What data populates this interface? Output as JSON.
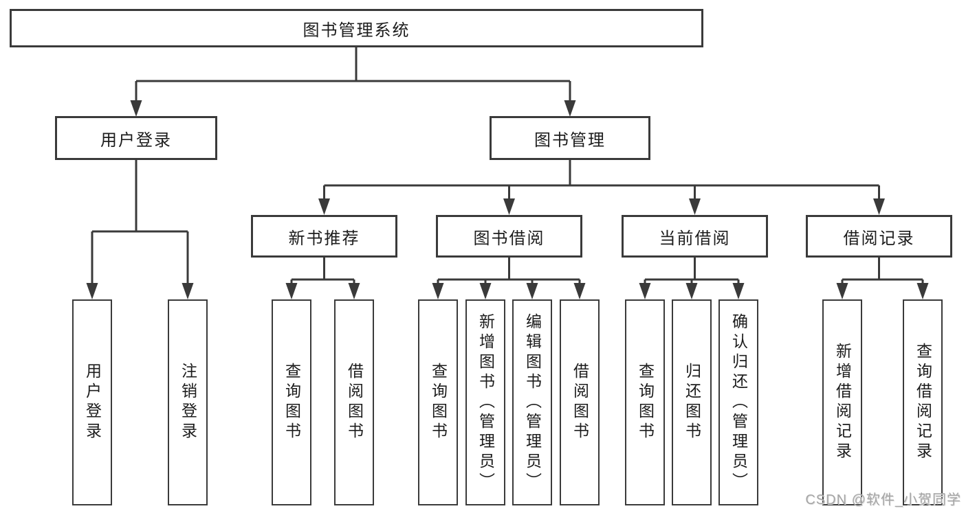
{
  "diagram_title": "图书管理系统",
  "tree": {
    "label": "图书管理系统",
    "children": [
      {
        "label": "用户登录",
        "children": [
          {
            "label": "用户登录"
          },
          {
            "label": "注销登录"
          }
        ]
      },
      {
        "label": "图书管理",
        "children": [
          {
            "label": "新书推荐",
            "children": [
              {
                "label": "查询图书"
              },
              {
                "label": "借阅图书"
              }
            ]
          },
          {
            "label": "图书借阅",
            "children": [
              {
                "label": "查询图书"
              },
              {
                "label": "新增图书（管理员）"
              },
              {
                "label": "编辑图书（管理员）"
              },
              {
                "label": "借阅图书"
              }
            ]
          },
          {
            "label": "当前借阅",
            "children": [
              {
                "label": "查询图书"
              },
              {
                "label": "归还图书"
              },
              {
                "label": "确认归还（管理员）"
              }
            ]
          },
          {
            "label": "借阅记录",
            "children": [
              {
                "label": "新增借阅记录"
              },
              {
                "label": "查询借阅记录"
              }
            ]
          }
        ]
      }
    ]
  },
  "watermark": {
    "text": "CSDN @软件_小贺同学"
  },
  "colors": {
    "line": "#3a3a3a",
    "box_border": "#3a3a3a",
    "box_fill": "#ffffff",
    "text": "#1c1c1c",
    "watermark": "#a6a6a6",
    "background": "#ffffff"
  }
}
